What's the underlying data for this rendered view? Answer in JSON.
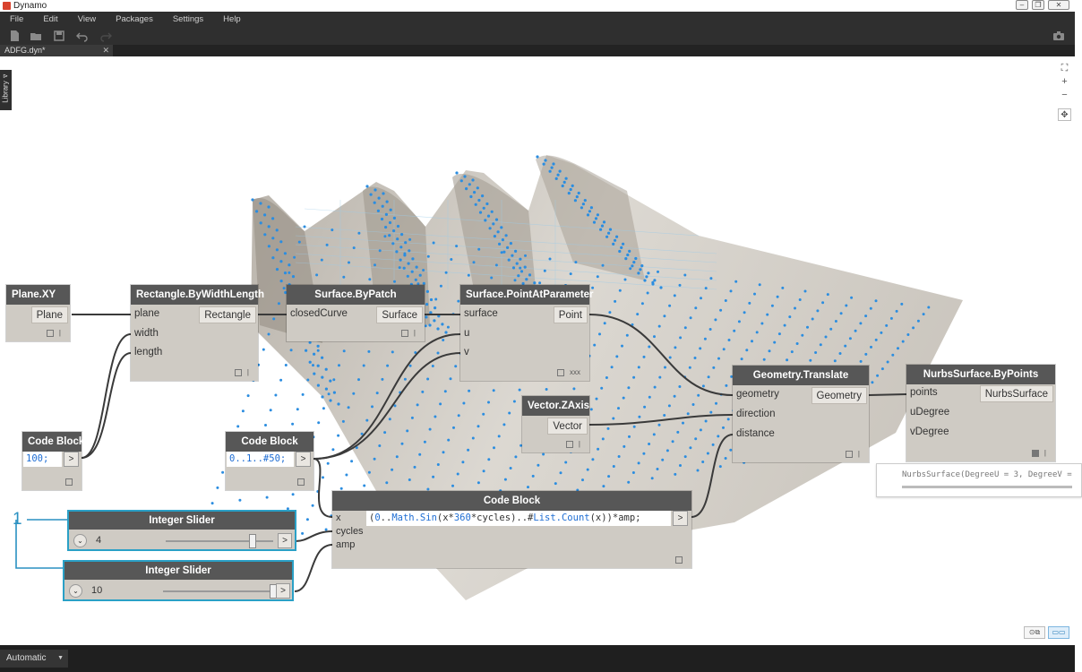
{
  "window": {
    "title": "Dynamo"
  },
  "menu": [
    "File",
    "Edit",
    "View",
    "Packages",
    "Settings",
    "Help"
  ],
  "tab": {
    "name": "ADFG.dyn*",
    "close": "✕"
  },
  "library": {
    "label": "Library"
  },
  "zoom": {
    "fit": "⛶",
    "in": "+",
    "out": "−",
    "pan": "✥"
  },
  "nodes": {
    "plane_xy": {
      "title": "Plane.XY",
      "out": "Plane"
    },
    "rectangle": {
      "title": "Rectangle.ByWidthLength",
      "in": [
        "plane",
        "width",
        "length"
      ],
      "out": "Rectangle"
    },
    "surface_bypatch": {
      "title": "Surface.ByPatch",
      "in": "closedCurve",
      "out": "Surface"
    },
    "surface_pap": {
      "title": "Surface.PointAtParameter",
      "in": [
        "surface",
        "u",
        "v"
      ],
      "out": "Point",
      "lacing": "xxx"
    },
    "vector_zaxis": {
      "title": "Vector.ZAxis",
      "out": "Vector"
    },
    "geom_translate": {
      "title": "Geometry.Translate",
      "in": [
        "geometry",
        "direction",
        "distance"
      ],
      "out": "Geometry"
    },
    "nurbs": {
      "title": "NurbsSurface.ByPoints",
      "in": [
        "points",
        "uDegree",
        "vDegree"
      ],
      "out": "NurbsSurface"
    },
    "code1": {
      "title": "Code Block",
      "code": "100;"
    },
    "code2": {
      "title": "Code Block",
      "code": "0..1..#50;"
    },
    "code3": {
      "title": "Code Block",
      "in": [
        "x",
        "cycles",
        "amp"
      ],
      "code": "(0..Math.Sin(x*360*cycles)..#List.Count(x))*amp;"
    },
    "slider1": {
      "title": "Integer Slider",
      "value": "4",
      "fraction": 0.81
    },
    "slider2": {
      "title": "Integer Slider",
      "value": "10",
      "fraction": 0.98
    }
  },
  "code_btn": ">",
  "preview": {
    "text": "NurbsSurface(DegreeU = 3, DegreeV ="
  },
  "callout": {
    "number": "1"
  },
  "status": {
    "run_mode": "Automatic"
  },
  "colors": {
    "accent": "#2aa0c6",
    "node_header": "#575757",
    "node_body": "#cfcbc4",
    "points": "#2b8de0"
  }
}
